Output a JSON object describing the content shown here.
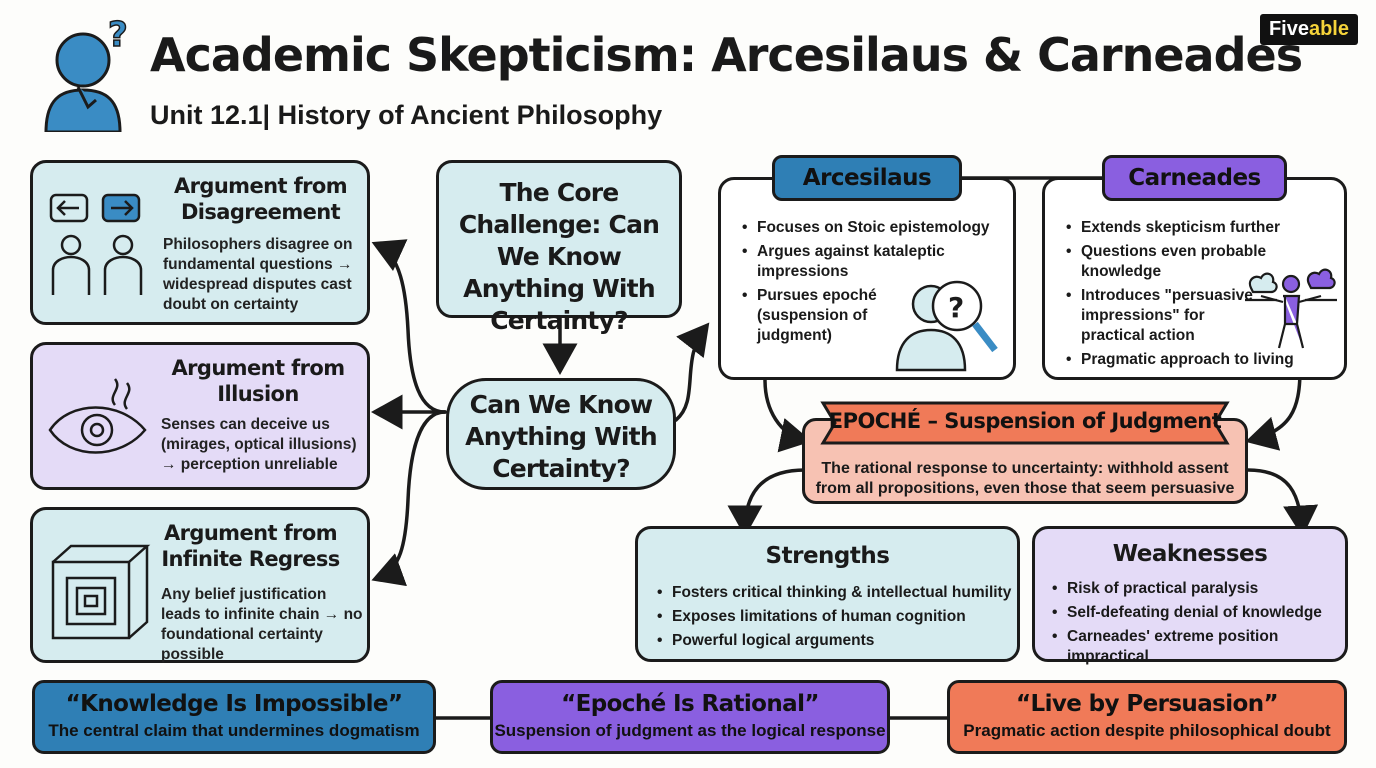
{
  "header": {
    "title": "Academic Skepticism: Arcesilaus & Carneades",
    "subtitle": "Unit 12.1| History of Ancient Philosophy",
    "logo_main": "Five",
    "logo_accent": "able"
  },
  "arguments": [
    {
      "title_line1": "Argument from",
      "title_line2": "Disagreement",
      "text": "Philosophers disagree on fundamental questions → widespread disputes cast doubt on certainty"
    },
    {
      "title_line1": "Argument from",
      "title_line2": "Illusion",
      "text": "Senses can deceive us (mirages, optical illusions) → perception unreliable"
    },
    {
      "title_line1": "Argument from",
      "title_line2": "Infinite Regress",
      "text": "Any belief justification leads to infinite chain → no foundational certainty possible"
    }
  ],
  "core": {
    "challenge": "The Core Challenge: Can We Know Anything With Certainty?",
    "question": "Can We Know Anything With Certainty?"
  },
  "arcesilaus": {
    "label": "Arcesilaus",
    "points": [
      "Focuses on Stoic epistemology",
      "Argues against kataleptic impressions",
      "Pursues epoché (suspension of judgment)"
    ]
  },
  "carneades": {
    "label": "Carneades",
    "points": [
      "Extends skepticism further",
      "Questions even probable knowledge",
      "Introduces \"persuasive impressions\" for practical action",
      "Pragmatic approach to living"
    ]
  },
  "epoche": {
    "banner": "EPOCHÉ – Suspension of Judgment",
    "text": "The rational response to uncertainty: withhold assent from all propositions, even those that seem persuasive"
  },
  "strengths": {
    "title": "Strengths",
    "points": [
      "Fosters critical thinking & intellectual humility",
      "Exposes limitations of human cognition",
      "Powerful logical arguments"
    ]
  },
  "weaknesses": {
    "title": "Weaknesses",
    "points": [
      "Risk of practical paralysis",
      "Self-defeating denial of knowledge",
      "Carneades' extreme position impractical"
    ]
  },
  "footer": [
    {
      "title": "“Knowledge Is Impossible”",
      "sub": "The central claim that undermines dogmatism"
    },
    {
      "title": "“Epoché Is Rational”",
      "sub": "Suspension of judgment as the logical response"
    },
    {
      "title": "“Live by Persuasion”",
      "sub": "Pragmatic action despite philosophical doubt"
    }
  ],
  "colors": {
    "teal": "#d6ecef",
    "lavender": "#e4dbf7",
    "blue_accent": "#2f7fb5",
    "purple_accent": "#8a5fe0",
    "salmon": "#f7c2b3",
    "orange": "#f07a58"
  }
}
